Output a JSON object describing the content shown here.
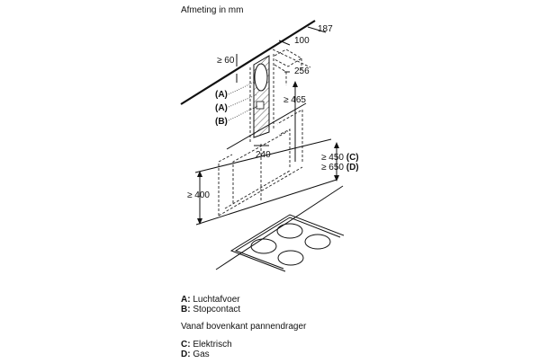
{
  "title": "Afmeting in mm",
  "dimensions": {
    "d187": "187",
    "d100": "100",
    "d60": "≥ 60",
    "d256": "256",
    "d465": "≥ 465",
    "d240": "240",
    "d450": "≥ 450",
    "d450_ref": "(C)",
    "d650": "≥ 650",
    "d650_ref": "(D)",
    "d400": "≥ 400"
  },
  "callouts": [
    "(A)",
    "(A)",
    "(B)"
  ],
  "legend": {
    "a_key": "A:",
    "a_text": "Luchtafvoer",
    "b_key": "B:",
    "b_text": "Stopcontact",
    "note": "Vanaf bovenkant pannendrager",
    "c_key": "C:",
    "c_text": "Elektrisch",
    "d_key": "D:",
    "d_text": "Gas"
  }
}
